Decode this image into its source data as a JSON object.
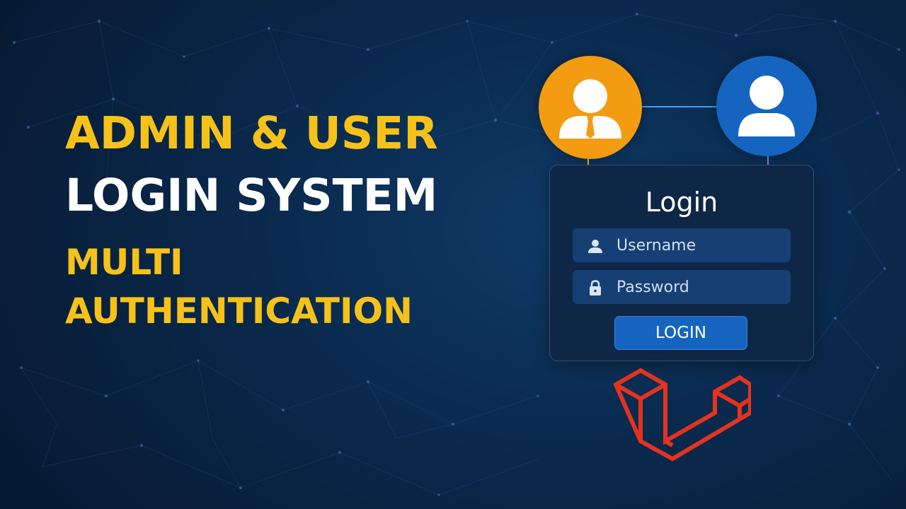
{
  "headline": {
    "line1": "ADMIN & USER",
    "line2": "LOGIN SYSTEM",
    "line3": "MULTI",
    "line4": "AUTHENTICATION"
  },
  "login_card": {
    "heading": "Login",
    "username_placeholder": "Username",
    "password_placeholder": "Password",
    "button_label": "LOGIN",
    "username_icon": "user-icon",
    "password_icon": "lock-icon"
  },
  "avatars": {
    "admin_icon": "admin-icon",
    "user_icon": "user-icon"
  },
  "logo": {
    "icon": "laravel-logo"
  },
  "colors": {
    "headline_accent": "#f6c21a",
    "headline_white": "#ffffff",
    "admin_avatar": "#f39c12",
    "user_avatar": "#1565c0",
    "button": "#1565c0",
    "logo": "#e3331f",
    "background": "#0a2a4e"
  }
}
